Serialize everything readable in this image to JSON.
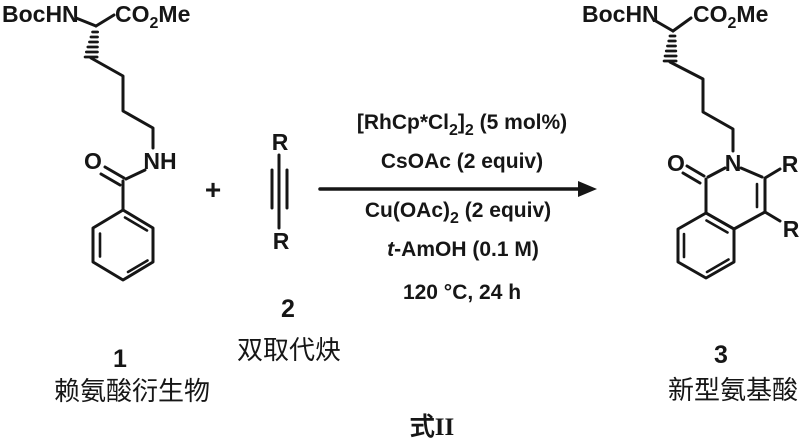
{
  "colors": {
    "ink": "#161616",
    "background": "#ffffff"
  },
  "reactant1": {
    "bochn": "BocHN",
    "ester_parts": [
      "CO",
      "2",
      "Me"
    ],
    "amide_o": "O",
    "amide_nh": "NH",
    "number": "1",
    "name": "赖氨酸衍生物"
  },
  "plus_sign": "+",
  "reactant2": {
    "r_top": "R",
    "r_bottom": "R",
    "number": "2",
    "name": "双取代炔"
  },
  "conditions": {
    "catalyst_parts": [
      "[RhCp*Cl",
      "2",
      "]",
      "2",
      " (5 mol%)"
    ],
    "base": "CsOAc (2 equiv)",
    "oxidant_parts": [
      "Cu(OAc)",
      "2",
      " (2 equiv)"
    ],
    "solvent_parts": [
      "t",
      "-AmOH (0.1 M)"
    ],
    "temp_time": "120 °C, 24 h"
  },
  "product": {
    "bochn": "BocHN",
    "ester_parts": [
      "CO",
      "2",
      "Me"
    ],
    "ring_o": "O",
    "ring_n": "N",
    "r1": "R",
    "r2": "R",
    "number": "3",
    "name": "新型氨基酸"
  },
  "caption": "式II"
}
